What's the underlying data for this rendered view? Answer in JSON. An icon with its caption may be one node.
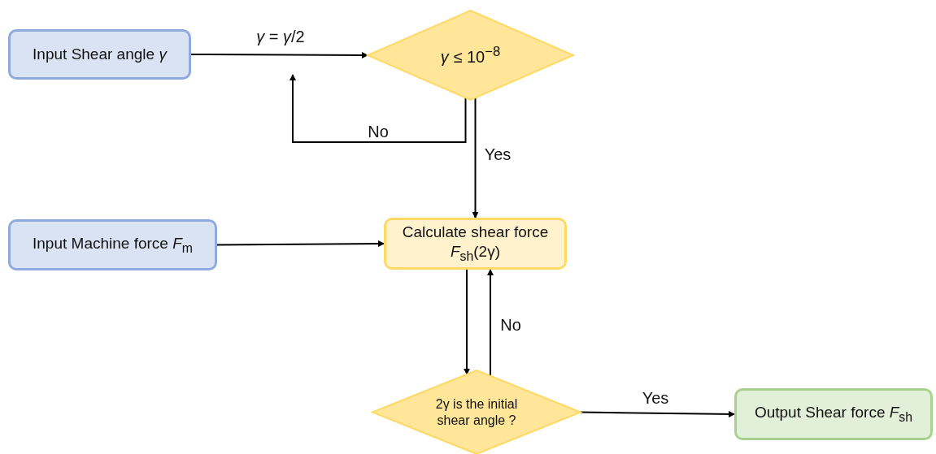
{
  "diagram": {
    "nodes": [
      {
        "text": [
          "Input Shear angle *γ*"
        ]
      },
      {
        "text": [
          "*γ* ≤ 10$^{−8}$"
        ]
      },
      {
        "text": [
          "Input Machine force *F*$_{m}$"
        ]
      },
      {
        "text": [
          "Calculate shear force *F*$_{sh}$(2γ)"
        ]
      },
      {
        "text": [
          "2γ is the initial shear angle ?"
        ]
      },
      {
        "text": [
          "Output Shear force *F*$_{sh}$"
        ]
      }
    ],
    "edges": [
      {
        "from": 0,
        "to": 1,
        "arrow": "to",
        "label": "*γ* = *γ*/2"
      },
      {
        "from": 1,
        "to": null,
        "arrow": "to",
        "label": "No"
      },
      {
        "from": 1,
        "to": 3,
        "arrow": "to",
        "label": "Yes"
      },
      {
        "from": 2,
        "to": 3,
        "arrow": "to"
      },
      {
        "from": 3,
        "to": 4,
        "arrow": "to"
      },
      {
        "from": 4,
        "to": 3,
        "arrow": "to",
        "label": "No"
      },
      {
        "from": 4,
        "to": 5,
        "arrow": "to",
        "label": "Yes"
      }
    ]
  }
}
